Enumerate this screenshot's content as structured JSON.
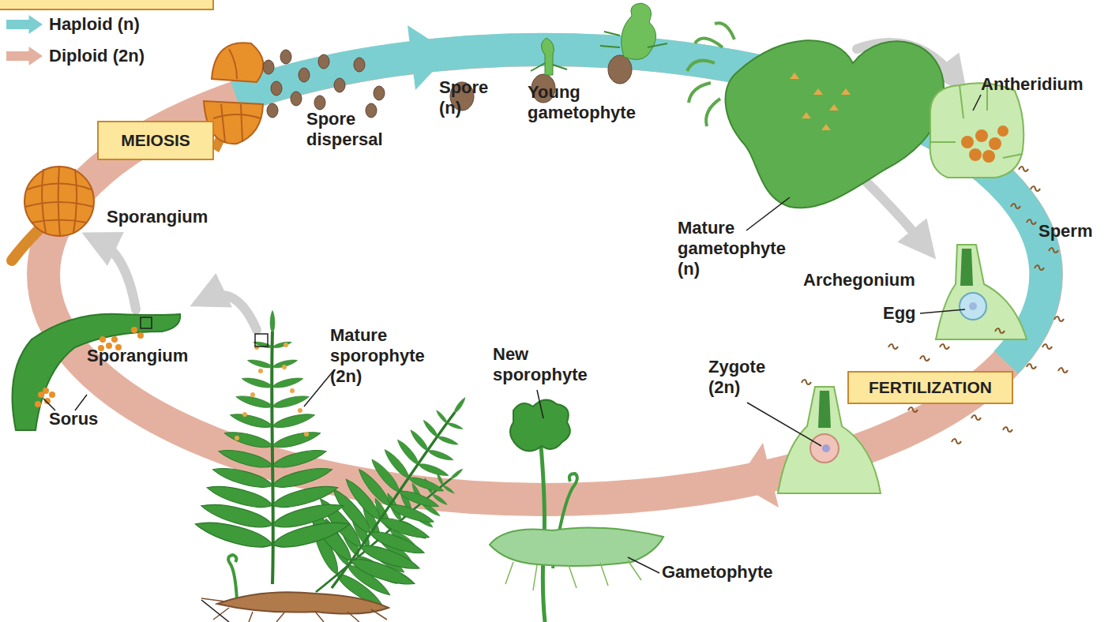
{
  "diagram": {
    "nodes": [
      {
        "text": [
          "MEIOSIS"
        ]
      },
      {
        "text": [
          "FERTILIZATION"
        ]
      }
    ],
    "labels": [
      "Spore dispersal",
      "Spore (n)",
      "Young gametophyte",
      "Antheridium",
      "Sporangium",
      "Sperm",
      "Mature gametophyte (n)",
      "Archegonium",
      "Egg",
      "Sporangium",
      "Mature sporophyte (2n)",
      "New sporophyte",
      "Zygote (2n)",
      "Sorus",
      "Gametophyte"
    ],
    "legend": [
      {
        "text": "Haploid (n)",
        "color": "#7ccfd0"
      },
      {
        "text": "Diploid (2n)",
        "color": "#e4b1a0"
      }
    ]
  }
}
